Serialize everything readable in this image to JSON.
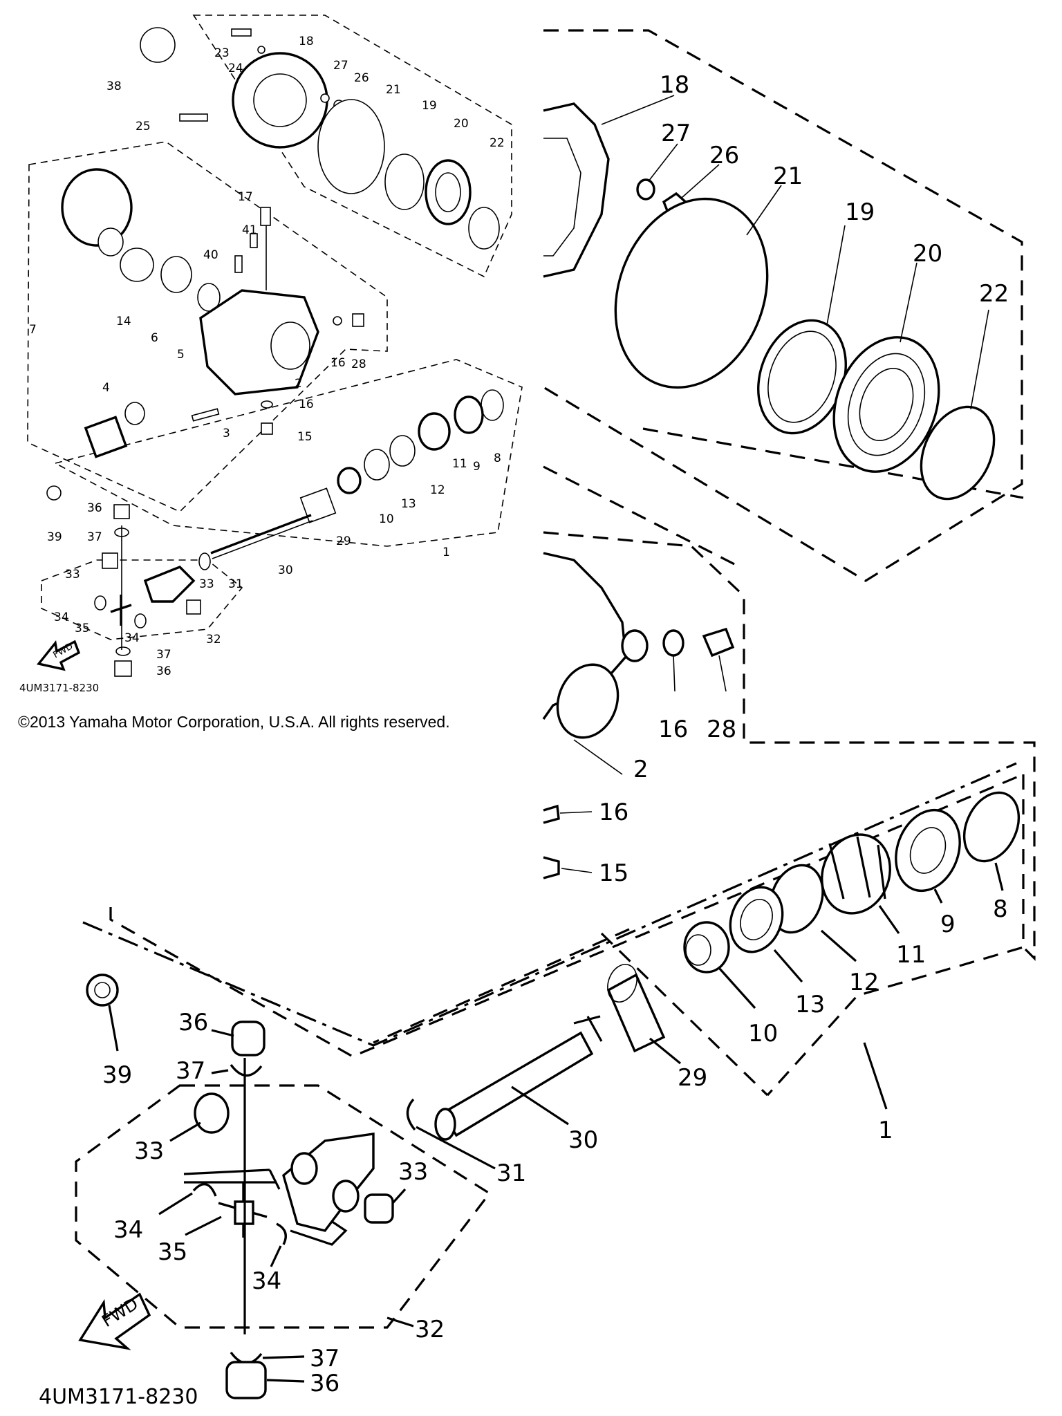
{
  "overview": {
    "code": "4UM3171-8230",
    "fwd": "FWD",
    "labels": {
      "p1": "1",
      "p2": "2",
      "p3": "3",
      "p4": "4",
      "p5": "5",
      "p6": "6",
      "p7": "7",
      "p8": "8",
      "p9": "9",
      "p10": "10",
      "p11": "11",
      "p12": "12",
      "p13": "13",
      "p14": "14",
      "p15": "15",
      "p16a": "16",
      "p16b": "16",
      "p17": "17",
      "p18": "18",
      "p19": "19",
      "p20": "20",
      "p21": "21",
      "p22": "22",
      "p23": "23",
      "p24": "24",
      "p25": "25",
      "p26": "26",
      "p27": "27",
      "p28": "28",
      "p29": "29",
      "p30": "30",
      "p31": "31",
      "p32": "32",
      "p33a": "33",
      "p33b": "33",
      "p34a": "34",
      "p34b": "34",
      "p35": "35",
      "p36a": "36",
      "p36b": "36",
      "p37a": "37",
      "p37b": "37",
      "p38": "38",
      "p39": "39",
      "p40": "40",
      "p41": "41"
    }
  },
  "detail": {
    "code": "4UM3171-8230",
    "fwd": "FWD",
    "labels": {
      "p1": "1",
      "p2": "2",
      "p8": "8",
      "p9": "9",
      "p10": "10",
      "p11": "11",
      "p12": "12",
      "p13": "13",
      "p15": "15",
      "p16a": "16",
      "p16b": "16",
      "p18": "18",
      "p19": "19",
      "p20": "20",
      "p21": "21",
      "p22": "22",
      "p26": "26",
      "p27": "27",
      "p28": "28",
      "p29": "29",
      "p30": "30",
      "p31": "31",
      "p32": "32",
      "p33a": "33",
      "p33b": "33",
      "p34a": "34",
      "p34b": "34",
      "p35": "35",
      "p36a": "36",
      "p36b": "36",
      "p37a": "37",
      "p37b": "37",
      "p39": "39"
    }
  },
  "copyright": "©2013 Yamaha Motor Corporation, U.S.A. All rights reserved."
}
